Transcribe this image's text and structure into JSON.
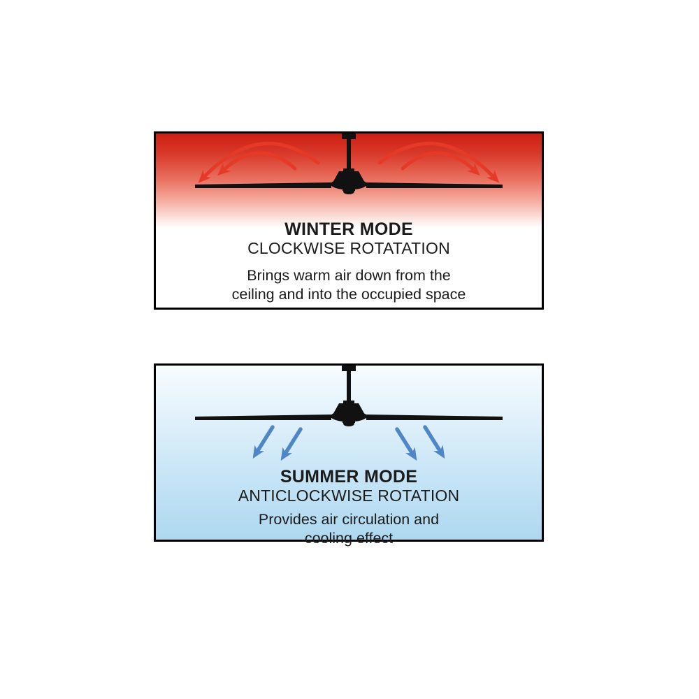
{
  "page": {
    "background_color": "#ffffff"
  },
  "fan": {
    "color": "#111111"
  },
  "panels": [
    {
      "mode": "winter",
      "title": "WINTER MODE",
      "subtitle": "CLOCKWISE ROTATATION",
      "description_line1": "Brings warm air down from the",
      "description_line2": "ceiling and into the occupied space",
      "arrow_color": "#e63a28",
      "gradient_top": "#cd1f13",
      "gradient_bottom": "#ffffff",
      "border_color": "#000000"
    },
    {
      "mode": "summer",
      "title": "SUMMER MODE",
      "subtitle": "ANTICLOCKWISE ROTATION",
      "description_line1": "Provides air circulation and",
      "description_line2": "cooling effect",
      "arrow_color": "#4e86c6",
      "gradient_top": "#f8fcff",
      "gradient_bottom": "#aed8f0",
      "border_color": "#000000"
    }
  ]
}
